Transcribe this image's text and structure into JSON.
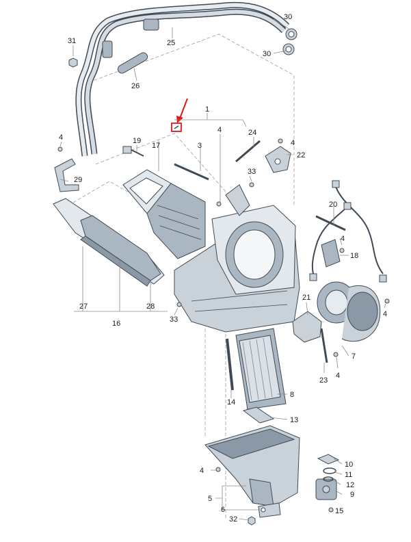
{
  "callouts": {
    "c1": "1",
    "c3": "3",
    "c4a": "4",
    "c4b": "4",
    "c4c": "4",
    "c4d": "4",
    "c4e": "4",
    "c4f": "4",
    "c4g": "4",
    "c5": "5",
    "c6": "6",
    "c7": "7",
    "c8": "8",
    "c9": "9",
    "c10": "10",
    "c11": "11",
    "c12": "12",
    "c13": "13",
    "c14": "14",
    "c15": "15",
    "c16": "16",
    "c17": "17",
    "c18": "18",
    "c19": "19",
    "c20": "20",
    "c21": "21",
    "c22": "22",
    "c23": "23",
    "c24": "24",
    "c25": "25",
    "c26": "26",
    "c27": "27",
    "c28": "28",
    "c29": "29",
    "c30a": "30",
    "c30b": "30",
    "c31": "31",
    "c32": "32",
    "c33a": "33",
    "c33b": "33"
  },
  "highlight": {
    "color": "#e01818",
    "marked_part_icon": "highlight-box-icon"
  }
}
